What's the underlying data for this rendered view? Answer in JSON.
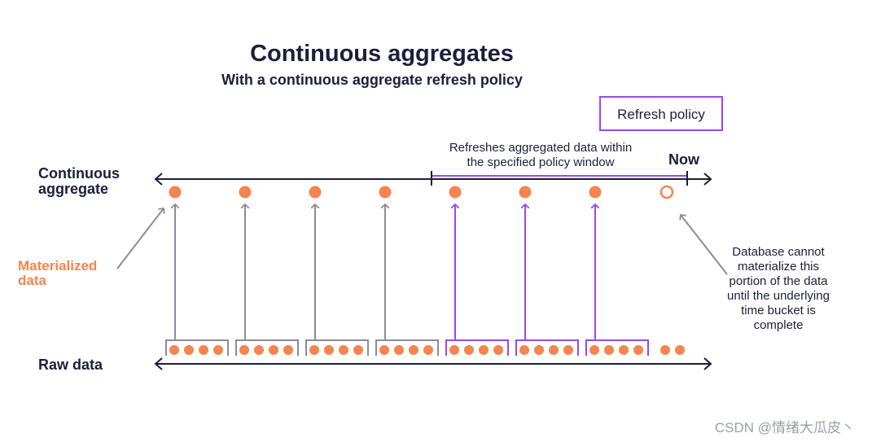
{
  "header": {
    "title": "Continuous aggregates",
    "subtitle": "With a continuous aggregate refresh policy"
  },
  "refresh_policy_box": {
    "label": "Refresh policy"
  },
  "window_label": {
    "line1": "Refreshes aggregated data within",
    "line2": "the specified policy window"
  },
  "now_label": "Now",
  "rows": {
    "continuous_aggregate": {
      "line1": "Continuous",
      "line2": "aggregate"
    },
    "raw_data": {
      "label": "Raw data"
    }
  },
  "materialized_label": {
    "line1": "Materialized",
    "line2": "data"
  },
  "db_note": {
    "lines": [
      "Database cannot",
      "materialize this",
      "portion of the data",
      "until the underlying",
      "time bucket is",
      "complete"
    ]
  },
  "watermark": "CSDN @情绪大瓜皮丶",
  "buckets": {
    "count": 8,
    "materialized_outside_window": 4,
    "materialized_in_window": 3,
    "unmaterialized": 1,
    "raw_points_per_bucket": 4,
    "raw_points_incomplete_bucket": 2
  },
  "colors": {
    "text": "#1b1f3a",
    "orange": "#f5844e",
    "purple": "#9747f0",
    "gray_arrow": "#8a8d96",
    "axis": "#1b1f3a",
    "watermark": "#9aa0a6"
  }
}
